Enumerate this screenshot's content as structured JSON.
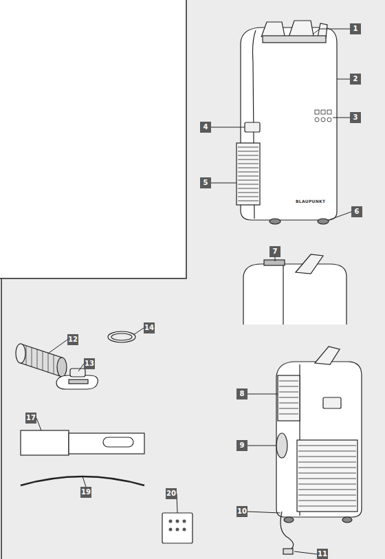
{
  "diagram": {
    "labels": [
      "1",
      "2",
      "3",
      "4",
      "5",
      "BLAUPUNKT",
      "6",
      "7",
      "8",
      "9",
      "10",
      "11",
      "12",
      "13",
      "14",
      "17",
      "19",
      "20"
    ]
  }
}
